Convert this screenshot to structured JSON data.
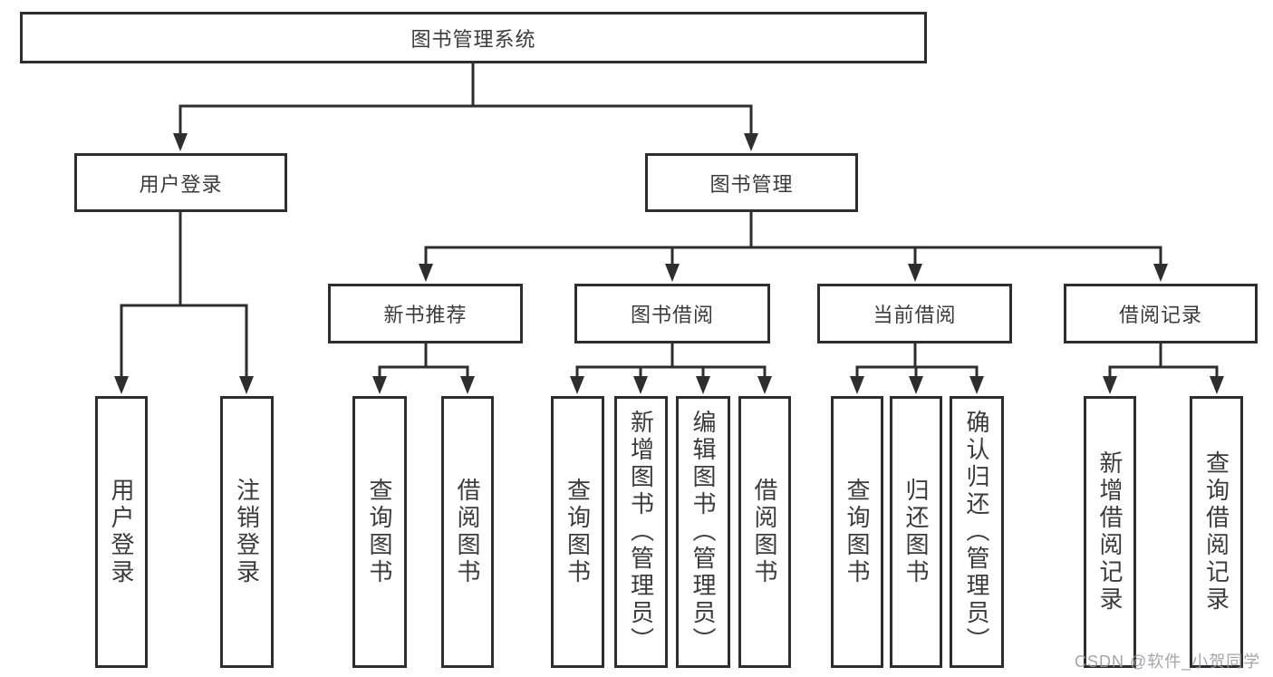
{
  "colors": {
    "line": "#2e2e2e",
    "text": "#3b3b3b",
    "watermark": "#9b9ba3"
  },
  "watermark": {
    "text": "CSDN @软件_小贺同学"
  },
  "tree": {
    "label": "图书管理系统",
    "children": [
      {
        "label": "用户登录",
        "children": [
          {
            "label": "用户登录"
          },
          {
            "label": "注销登录"
          }
        ]
      },
      {
        "label": "图书管理",
        "children": [
          {
            "label": "新书推荐",
            "children": [
              {
                "label": "查询图书"
              },
              {
                "label": "借阅图书"
              }
            ]
          },
          {
            "label": "图书借阅",
            "children": [
              {
                "label": "查询图书"
              },
              {
                "label": "新增图书（管理员）"
              },
              {
                "label": "编辑图书（管理员）"
              },
              {
                "label": "借阅图书"
              }
            ]
          },
          {
            "label": "当前借阅",
            "children": [
              {
                "label": "查询图书"
              },
              {
                "label": "归还图书"
              },
              {
                "label": "确认归还（管理员）"
              }
            ]
          },
          {
            "label": "借阅记录",
            "children": [
              {
                "label": "新增借阅记录"
              },
              {
                "label": "查询借阅记录"
              }
            ]
          }
        ]
      }
    ]
  }
}
